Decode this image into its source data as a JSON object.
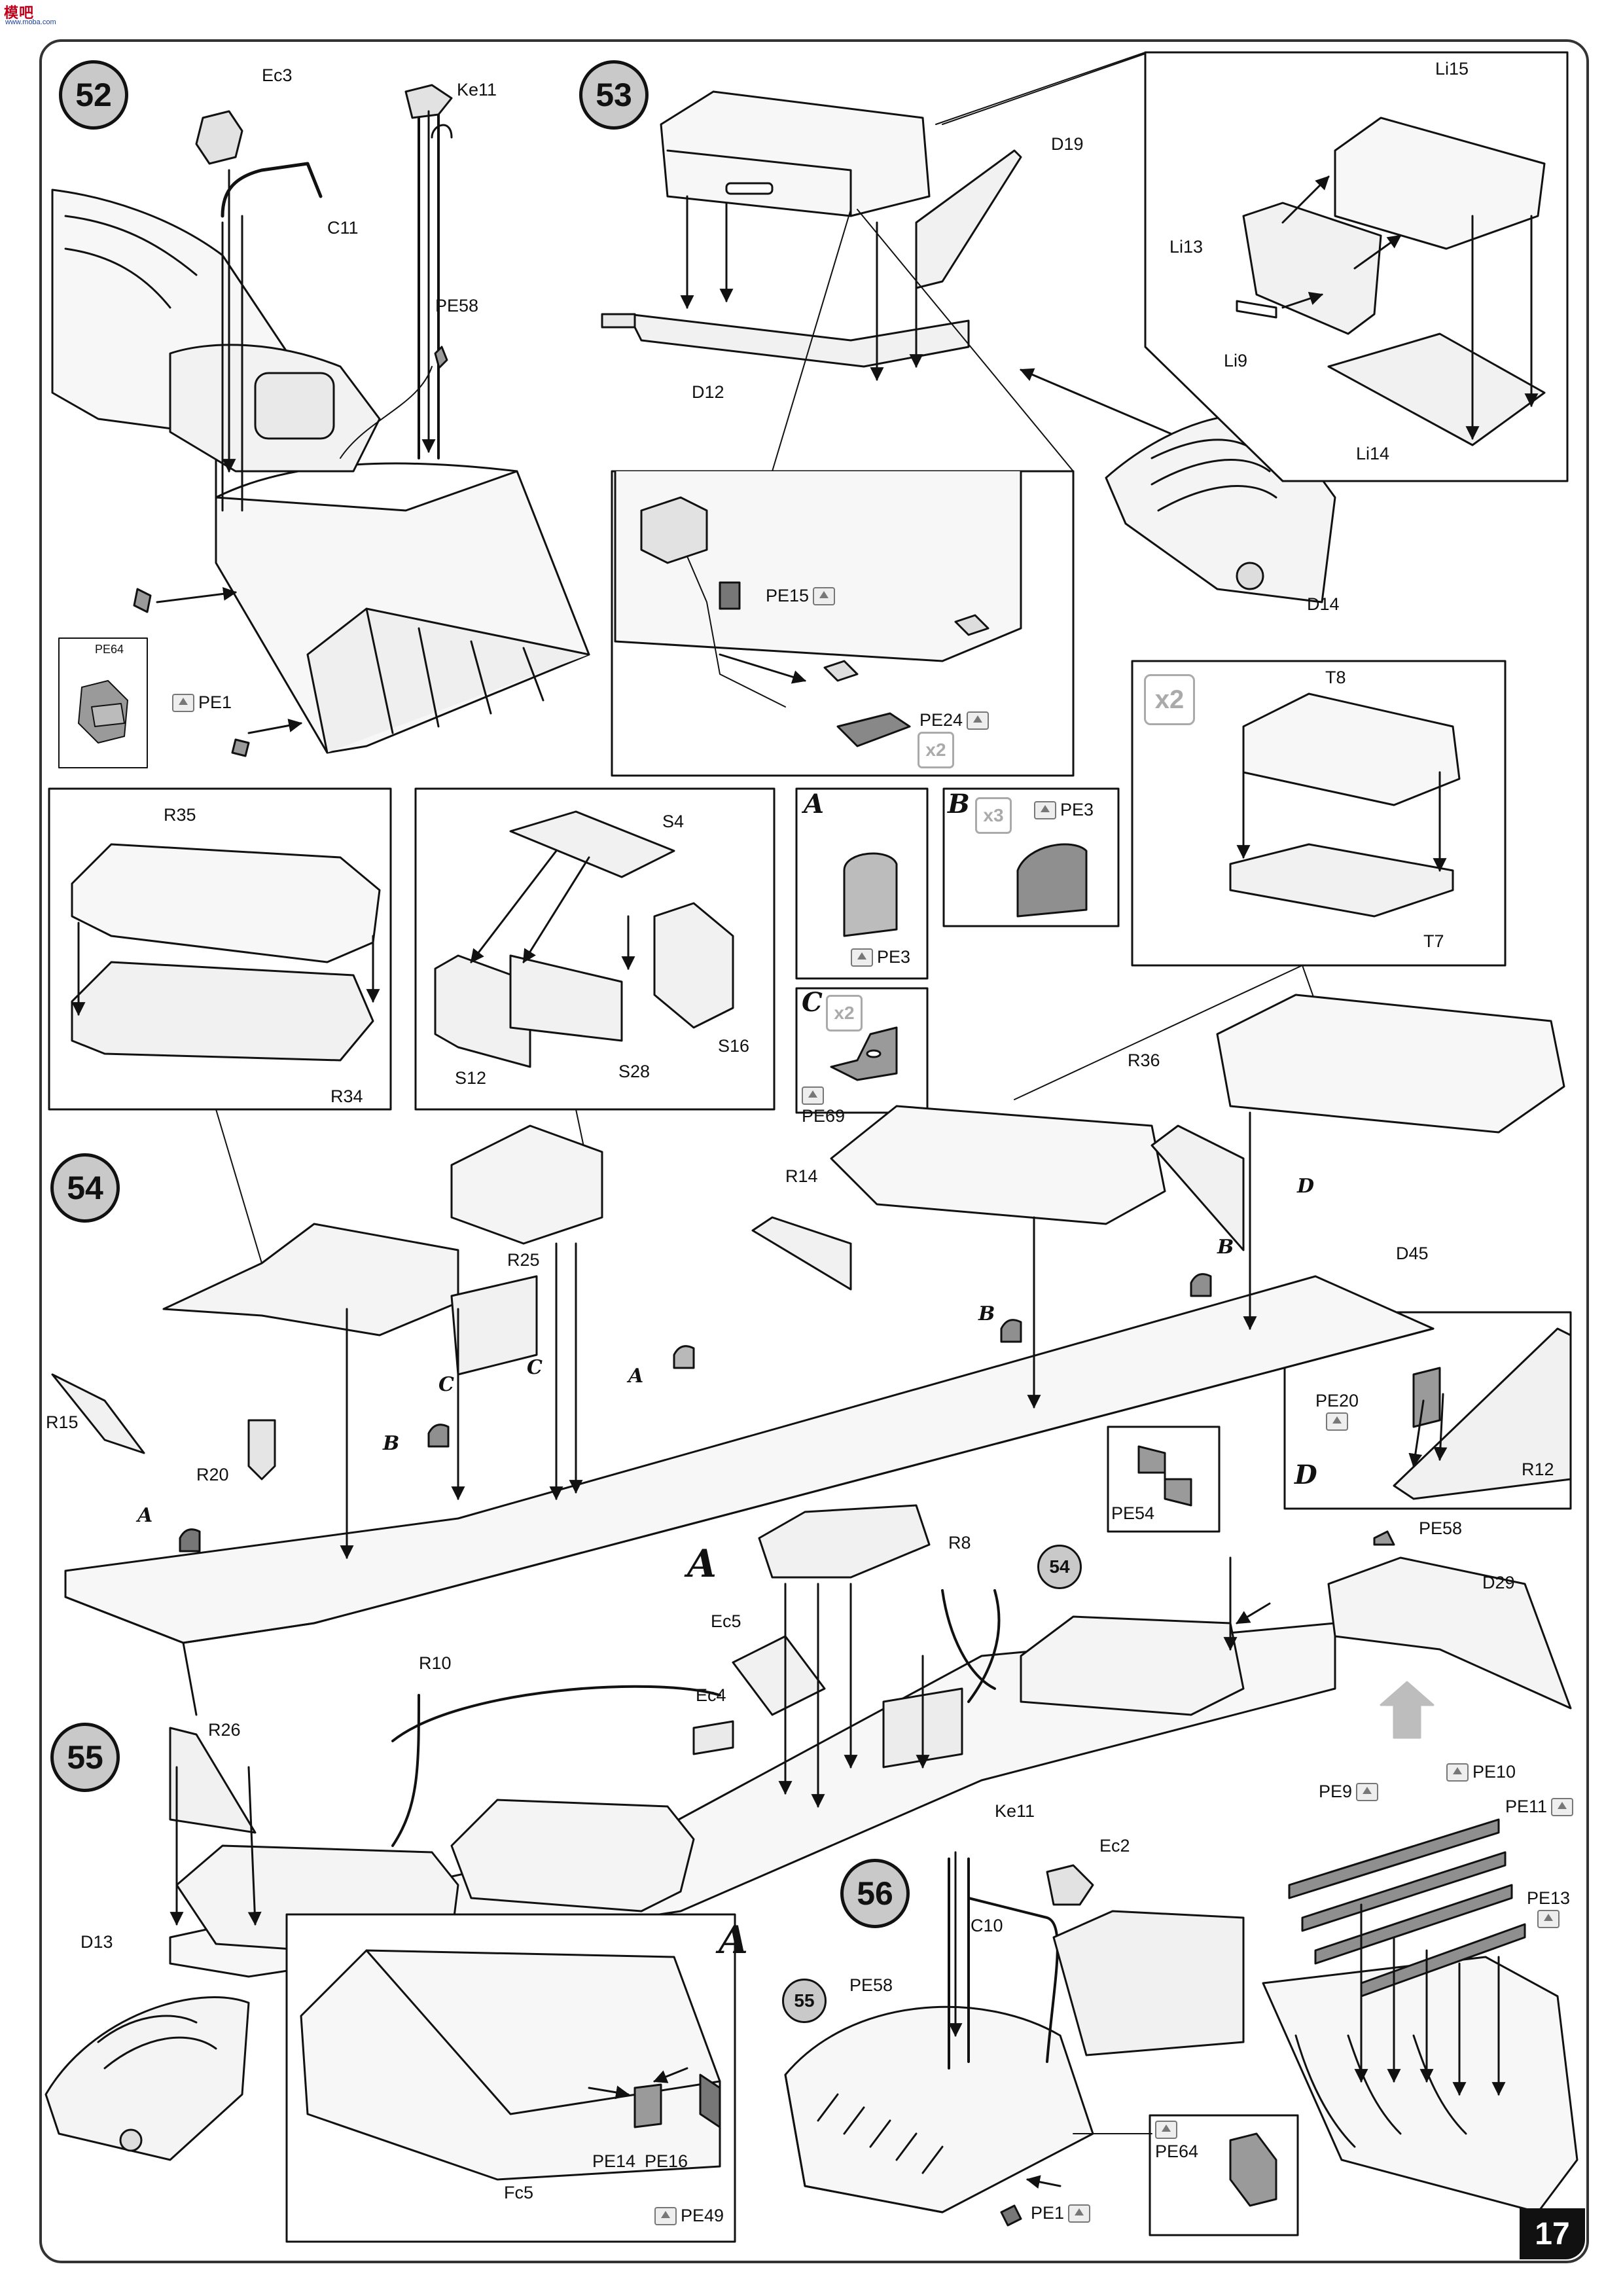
{
  "logo": {
    "text": "模吧",
    "sub": "www.moba.com"
  },
  "page_number": "17",
  "steps": {
    "s52": "52",
    "s53": "53",
    "s54": "54",
    "s55": "55",
    "s56": "56"
  },
  "refs": {
    "r54": "54",
    "r55": "55"
  },
  "multipliers": {
    "m_x2_top": "x2",
    "m_x2_pe24": "x2",
    "m_x3": "x3",
    "m_x2_c": "x2"
  },
  "letters": {
    "A": "A",
    "B": "B",
    "C": "C",
    "D": "D"
  },
  "labels": {
    "Ec3": "Ec3",
    "Ke11_a": "Ke11",
    "C11": "C11",
    "PE58_a": "PE58",
    "PE64_a": "PE64",
    "PE1_a": "PE1",
    "D19": "D19",
    "D12": "D12",
    "Li15": "Li15",
    "Li13": "Li13",
    "Li9": "Li9",
    "Li14": "Li14",
    "D14": "D14",
    "PE15": "PE15",
    "PE24": "PE24",
    "T8": "T8",
    "T7": "T7",
    "R35": "R35",
    "R34": "R34",
    "S4": "S4",
    "S12": "S12",
    "S28": "S28",
    "S16": "S16",
    "PE3_A": "PE3",
    "PE3_B": "PE3",
    "PE69": "PE69",
    "R36": "R36",
    "R14": "R14",
    "D45": "D45",
    "R25": "R25",
    "R15": "R15",
    "R20": "R20",
    "PE20": "PE20",
    "R12": "R12",
    "PE54": "PE54",
    "PE58_b": "PE58",
    "D29": "D29",
    "R8": "R8",
    "Ec5": "Ec5",
    "Ec4": "Ec4",
    "R10": "R10",
    "R26": "R26",
    "D13": "D13",
    "Fc5": "Fc5",
    "PE14": "PE14",
    "PE16": "PE16",
    "PE49": "PE49",
    "Ke11_b": "Ke11",
    "Ec2": "Ec2",
    "C10": "C10",
    "PE58_c": "PE58",
    "PE64_b": "PE64",
    "PE1_b": "PE1",
    "PE9": "PE9",
    "PE10": "PE10",
    "PE11": "PE11",
    "PE13": "PE13"
  },
  "colors": {
    "ink": "#111111",
    "part_fill": "#f7f7f7",
    "pe_fill": "#9a9a9a",
    "step_fill": "#c9c9c9",
    "arrow_grey": "#bdbdbd"
  }
}
